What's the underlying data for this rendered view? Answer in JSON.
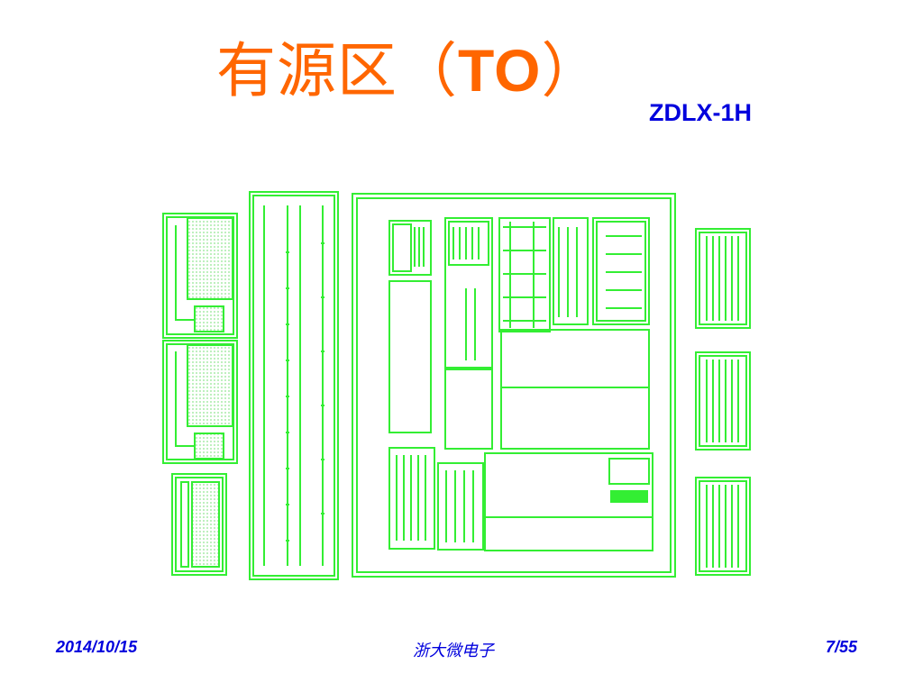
{
  "slide": {
    "title_cn": "有源区（",
    "title_code": "TO",
    "title_close": "）",
    "subtitle": "ZDLX-1H"
  },
  "footer": {
    "date": "2014/10/15",
    "company": "浙大微电子",
    "page": "7/55"
  },
  "colors": {
    "layout_green": "#33ee33",
    "fill_green": "#c8f5c8",
    "title_orange": "#ff6600",
    "accent_blue": "#0000dd"
  }
}
